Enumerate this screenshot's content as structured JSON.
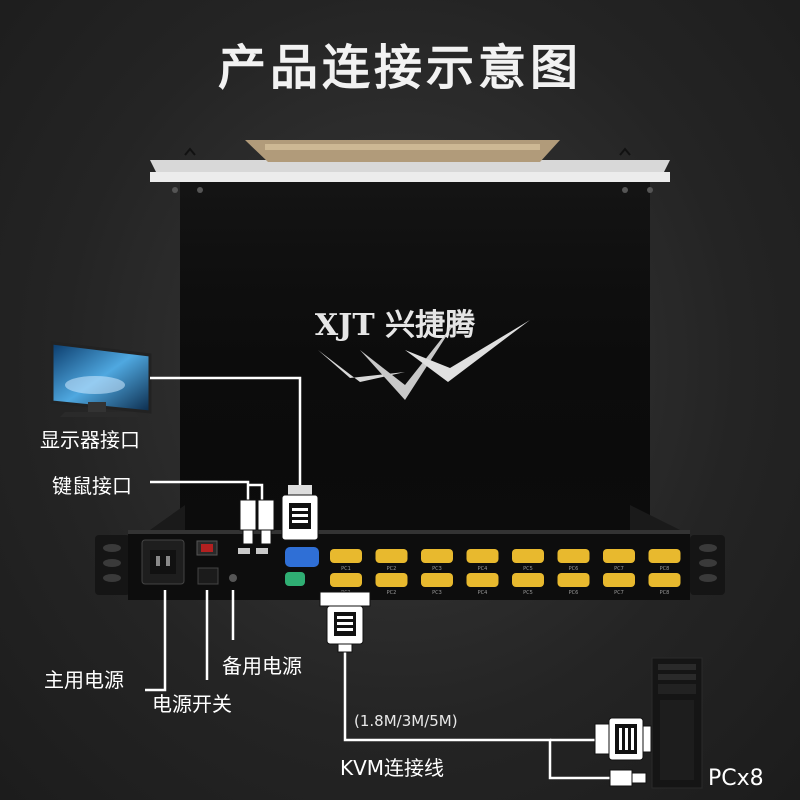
{
  "title": "产品连接示意图",
  "brand": {
    "logo_text": "XJT 兴捷腾"
  },
  "labels": {
    "display_port": "显示器接口",
    "keyboard_mouse_port": "键鼠接口",
    "main_power": "主用电源",
    "power_switch": "电源开关",
    "backup_power": "备用电源",
    "cable_lengths": "(1.8M/3M/5M)",
    "kvm_cable": "KVM连接线",
    "pc_count": "PCx8"
  },
  "port_labels": [
    "PC1",
    "PC2",
    "PC3",
    "PC4",
    "PC5",
    "PC6",
    "PC7",
    "PC8"
  ],
  "colors": {
    "background": "#2a2a2a",
    "vga_blue": "#2f6fd6",
    "vga_gold": "#e8b92e",
    "usb_green": "#2fae73",
    "line": "#ffffff"
  }
}
